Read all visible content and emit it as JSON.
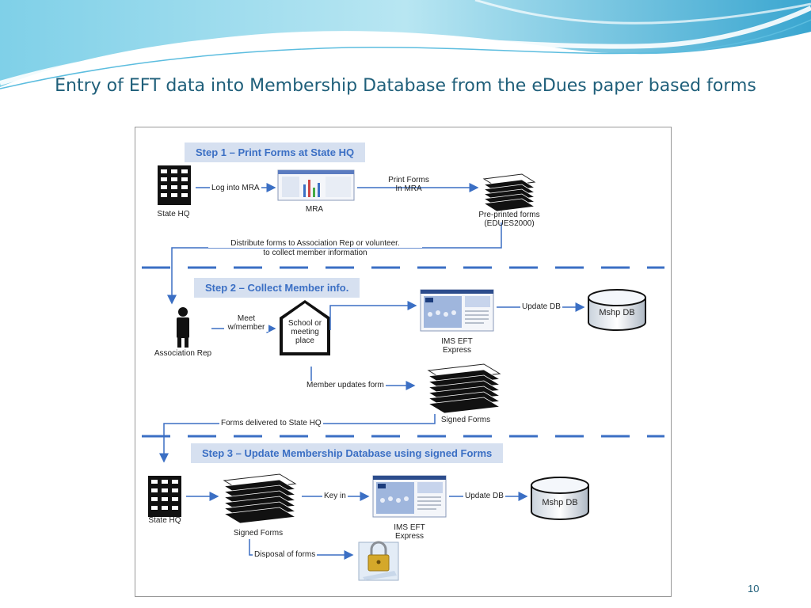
{
  "slide": {
    "title": "Entry of EFT data into Membership Database from the eDues paper based forms",
    "page_number": "10"
  },
  "steps": [
    "Step 1 – Print Forms at State HQ",
    "Step 2 – Collect Member info.",
    "Step 3 – Update Membership Database using signed Forms"
  ],
  "nodes": {
    "state_hq_1": "State HQ",
    "mra": "MRA",
    "preprinted_1": "Pre-printed forms",
    "preprinted_2": "(EDUES2000)",
    "association_rep": "Association Rep",
    "school_1": "School or",
    "school_2": "meeting",
    "school_3": "place",
    "ims_1a": "IMS EFT",
    "ims_1b": "Express",
    "mshp_db_1": "Mshp DB",
    "signed_forms_1": "Signed Forms",
    "state_hq_2": "State HQ",
    "signed_forms_2": "Signed Forms",
    "ims_2a": "IMS EFT",
    "ims_2b": "Express",
    "mshp_db_2": "Mshp DB"
  },
  "edges": {
    "log_into_mra": "Log into MRA",
    "print_forms_1": "Print Forms",
    "print_forms_2": "In MRA",
    "distribute_1": "Distribute forms to Association Rep or volunteer.",
    "distribute_2": "to collect member information",
    "meet_1": "Meet",
    "meet_2": "w/member",
    "update_db_1": "Update DB",
    "member_updates": "Member updates form",
    "forms_delivered": "Forms delivered to State HQ",
    "key_in": "Key in",
    "update_db_2": "Update DB",
    "disposal": "Disposal of forms"
  },
  "icons": [
    "building-icon",
    "screenshot-thumbnail",
    "paper-stack-icon",
    "person-icon",
    "house-icon",
    "database-cylinder-icon",
    "padlock-icon"
  ]
}
